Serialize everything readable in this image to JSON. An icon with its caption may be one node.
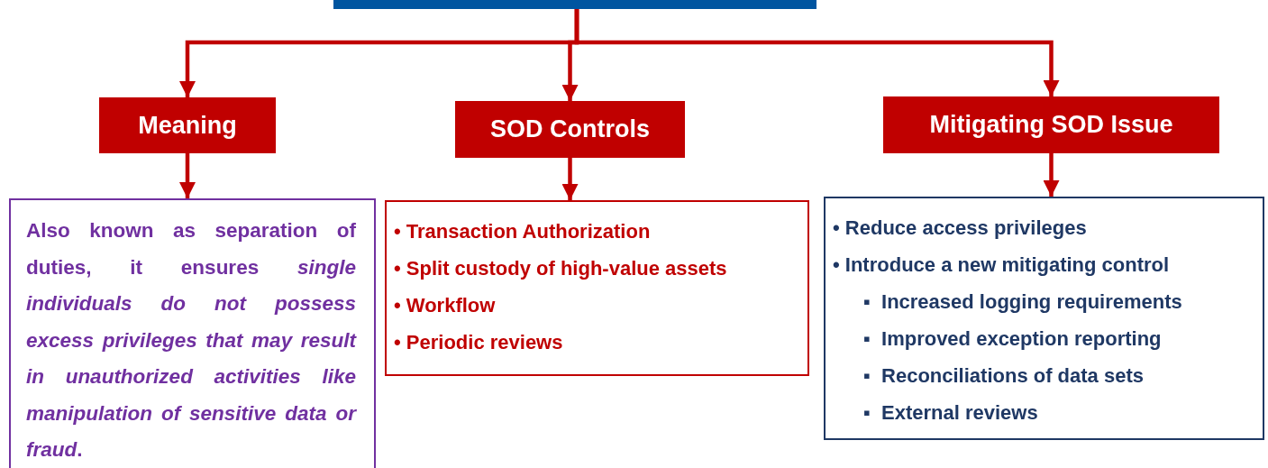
{
  "diagram": {
    "nodes": [
      {
        "text": [],
        "shape": "box"
      },
      {
        "text": [
          "Meaning"
        ]
      },
      {
        "text": [
          "SOD Controls"
        ]
      },
      {
        "text": [
          "Mitigating SOD Issue"
        ]
      },
      {
        "text": [
          "Also known as separation of duties, it ensures *single individuals do not possess excess privileges that may result in unauthorized activities like manipulation of sensitive data or fraud*."
        ]
      },
      {
        "text": [
          "• Transaction Authorization",
          "• Split custody of high-value assets",
          "• Workflow",
          "• Periodic reviews"
        ]
      },
      {
        "text": [
          "• Reduce access privileges",
          "• Introduce a new mitigating control",
          "▪  Increased logging requirements",
          "▪  Improved exception reporting",
          "▪  Reconciliations of data sets",
          "▪  External reviews"
        ]
      }
    ],
    "edges": [
      {
        "from": 0,
        "to": 1,
        "arrow": "to"
      },
      {
        "from": 0,
        "to": 2,
        "arrow": "to"
      },
      {
        "from": 0,
        "to": 3,
        "arrow": "to"
      },
      {
        "from": 1,
        "to": 4,
        "arrow": "to"
      },
      {
        "from": 2,
        "to": 5,
        "arrow": "to"
      },
      {
        "from": 3,
        "to": 6,
        "arrow": "to"
      }
    ]
  }
}
